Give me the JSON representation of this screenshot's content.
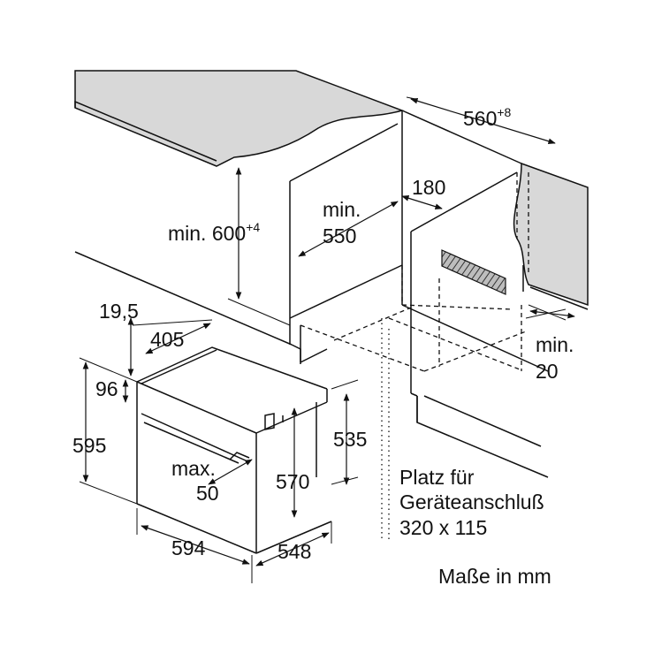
{
  "dimensions": {
    "niche_width": "560",
    "niche_width_tol": "+8",
    "niche_height": "min. 600",
    "niche_height_tol": "+4",
    "depth_min_1": "min.",
    "depth_min_2": "550",
    "vent_gap": "180",
    "rear_gap_1": "min.",
    "rear_gap_2": "20",
    "front_offset": "19,5",
    "door_depth": "405",
    "top_panel": "96",
    "oven_height": "595",
    "body_height": "535",
    "inner_height": "570",
    "handle_gap_1": "max.",
    "handle_gap_2": "50",
    "oven_width": "594",
    "oven_depth": "548"
  },
  "notes": {
    "connection_1": "Platz für",
    "connection_2": "Geräteanschluß",
    "connection_3": "320 x 115",
    "units": "Maße in mm"
  }
}
